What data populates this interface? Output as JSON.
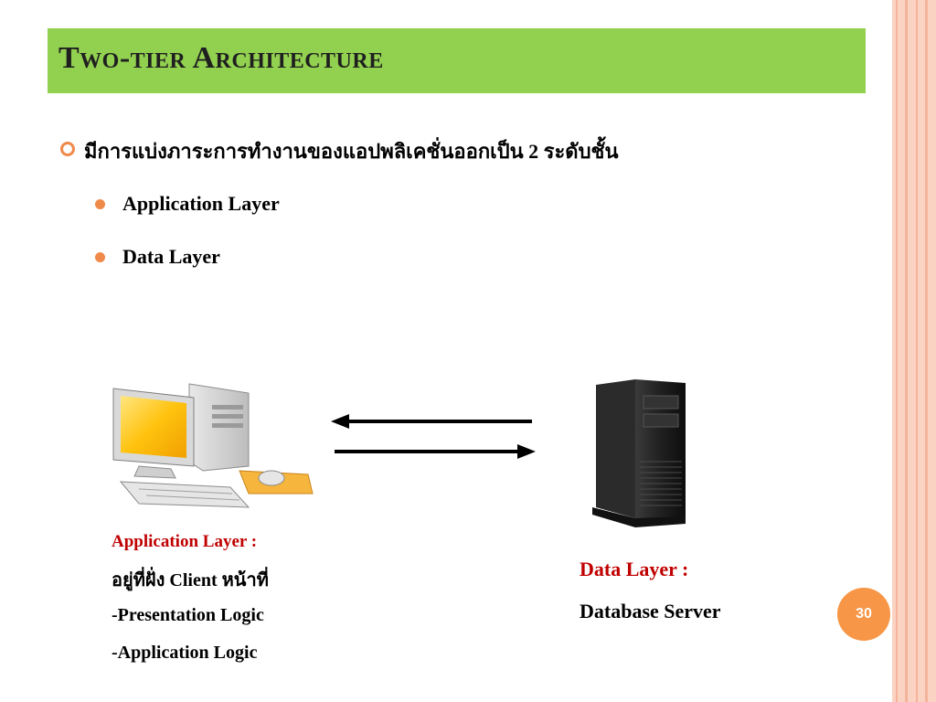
{
  "slide": {
    "title": "Two-tier Architecture",
    "main_bullet": "มีการแบ่งภาระการทำงานของแอปพลิเคชั่นออกเป็น 2 ระดับชั้น",
    "sub_bullets": [
      "Application Layer",
      "Data Layer"
    ],
    "client_caption": {
      "heading": "Application Layer :",
      "line1": "อยู่ที่ฝั่ง Client หน้าที่",
      "line2": "-Presentation Logic",
      "line3": "-Application Logic"
    },
    "server_caption": {
      "heading": "Data Layer :",
      "line1": "Database Server"
    },
    "page_number": "30"
  },
  "colors": {
    "title_bar": "#92d050",
    "accent_orange": "#f08a4b",
    "caption_red": "#c00000",
    "stripe_pink": "#fbd3c2",
    "page_badge": "#f79646"
  },
  "icons": {
    "client": "desktop-computer-icon",
    "server": "tower-server-icon",
    "arrows": "bidirectional-arrows"
  }
}
